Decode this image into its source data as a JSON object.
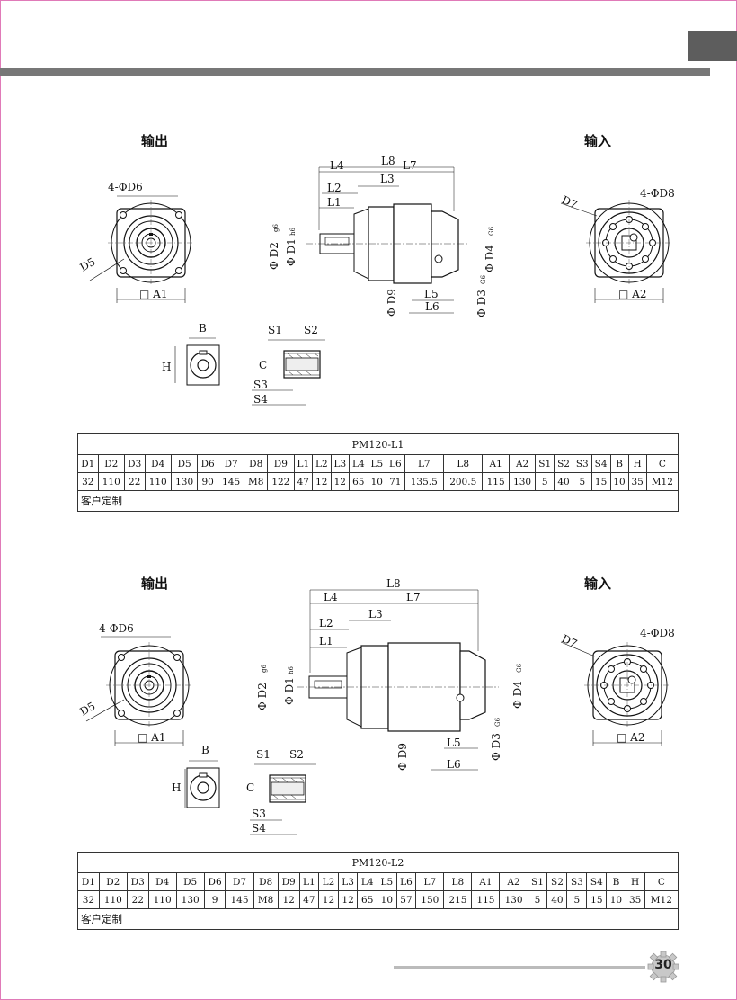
{
  "section1": {
    "output_label": "输出",
    "input_label": "输入",
    "table": {
      "title": "PM120-L1",
      "headers": [
        "D1",
        "D2",
        "D3",
        "D4",
        "D5",
        "D6",
        "D7",
        "D8",
        "D9",
        "L1",
        "L2",
        "L3",
        "L4",
        "L5",
        "L6",
        "L7",
        "L8",
        "A1",
        "A2",
        "S1",
        "S2",
        "S3",
        "S4",
        "B",
        "H",
        "C"
      ],
      "values": [
        "32",
        "110",
        "22",
        "110",
        "130",
        "90",
        "145",
        "M8",
        "122",
        "47",
        "12",
        "12",
        "65",
        "10",
        "71",
        "135.5",
        "200.5",
        "115",
        "130",
        "5",
        "40",
        "5",
        "15",
        "10",
        "35",
        "M12"
      ],
      "note": "客户定制"
    }
  },
  "section2": {
    "output_label": "输出",
    "input_label": "输入",
    "table": {
      "title": "PM120-L2",
      "headers": [
        "D1",
        "D2",
        "D3",
        "D4",
        "D5",
        "D6",
        "D7",
        "D8",
        "D9",
        "L1",
        "L2",
        "L3",
        "L4",
        "L5",
        "L6",
        "L7",
        "L8",
        "A1",
        "A2",
        "S1",
        "S2",
        "S3",
        "S4",
        "B",
        "H",
        "C"
      ],
      "values": [
        "32",
        "110",
        "22",
        "110",
        "130",
        "9",
        "145",
        "M8",
        "12",
        "47",
        "12",
        "12",
        "65",
        "10",
        "57",
        "150",
        "215",
        "115",
        "130",
        "5",
        "40",
        "5",
        "15",
        "10",
        "35",
        "M12"
      ],
      "note": "客户定制"
    }
  },
  "dimension_labels": {
    "d1": "D1",
    "d2": "D2",
    "d3": "D3",
    "d4": "D4",
    "d5": "D5",
    "d6": "4-ΦD6",
    "d7": "D7",
    "d8": "4-ΦD8",
    "d9": "D9",
    "l1": "L1",
    "l2": "L2",
    "l3": "L3",
    "l4": "L4",
    "l5": "L5",
    "l6": "L6",
    "l7": "L7",
    "l8": "L8",
    "a1": "□ A1",
    "a2": "□ A2",
    "b": "B",
    "h": "H",
    "c": "C",
    "s1": "S1",
    "s2": "S2",
    "s3": "S3",
    "s4": "S4",
    "tol_h6": "h6",
    "tol_g6": "g6",
    "tol_G6": "G6",
    "phi": "Φ"
  },
  "page_number": "30"
}
